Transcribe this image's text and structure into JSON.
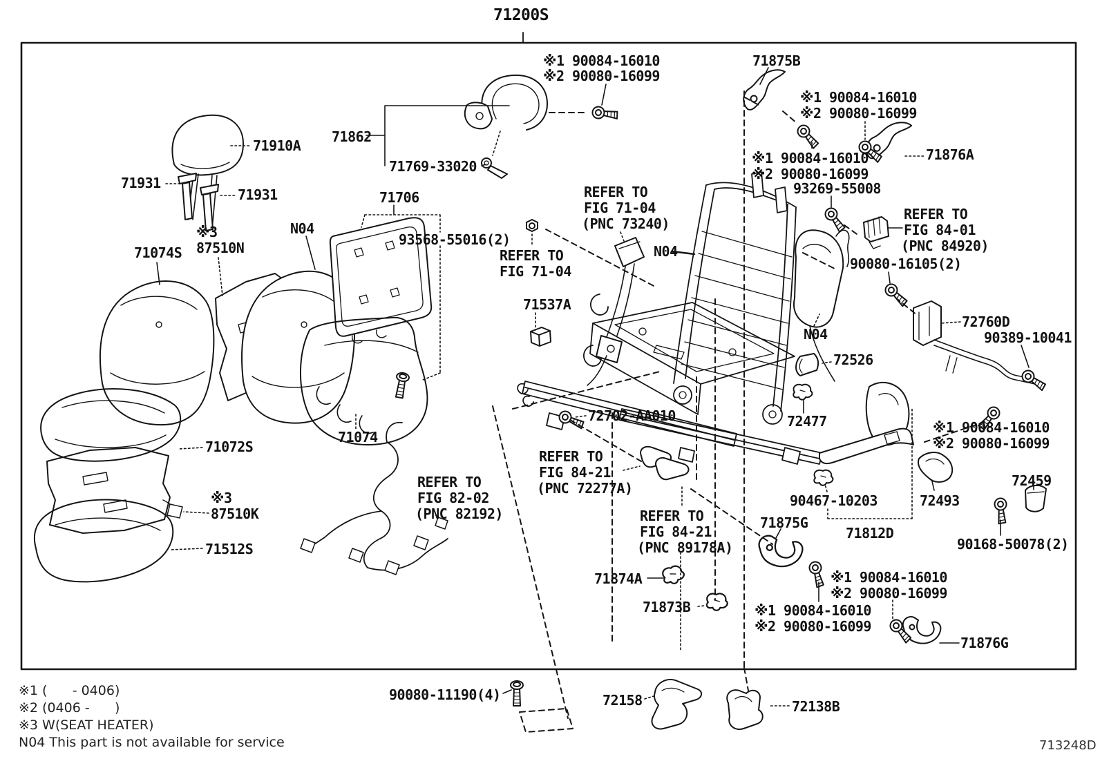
{
  "diagram": {
    "assembly_number": "71200S",
    "drawing_number": "713248D",
    "labels": [
      {
        "id": "screw-note-top-1",
        "text": "※1 90084-16010"
      },
      {
        "id": "screw-note-top-2",
        "text": "※2 90080-16099"
      },
      {
        "id": "part-71875B",
        "text": "71875B"
      },
      {
        "id": "screw-note-r1a",
        "text": "※1 90084-16010"
      },
      {
        "id": "screw-note-r1b",
        "text": "※2 90080-16099"
      },
      {
        "id": "part-71876A",
        "text": "71876A"
      },
      {
        "id": "screw-note-r2a",
        "text": "※1 90084-16010"
      },
      {
        "id": "screw-note-r2b",
        "text": "※2 90080-16099"
      },
      {
        "id": "part-93269-55008",
        "text": "93269-55008"
      },
      {
        "id": "ref-8401-1",
        "text": "REFER TO"
      },
      {
        "id": "ref-8401-2",
        "text": "FIG 84-01"
      },
      {
        "id": "ref-8401-3",
        "text": "(PNC 84920)"
      },
      {
        "id": "part-71862",
        "text": "71862"
      },
      {
        "id": "part-71769-33020",
        "text": "71769-33020"
      },
      {
        "id": "part-71910A",
        "text": "71910A"
      },
      {
        "id": "part-71931-left",
        "text": "71931"
      },
      {
        "id": "part-71931-right",
        "text": "71931"
      },
      {
        "id": "part-71706",
        "text": "71706"
      },
      {
        "id": "part-93568-55016",
        "text": "93568-55016(2)"
      },
      {
        "id": "part-N04-back-cover",
        "text": "N04"
      },
      {
        "id": "note3-back",
        "text": "※3"
      },
      {
        "id": "part-87510N",
        "text": "87510N"
      },
      {
        "id": "part-71074S",
        "text": "71074S"
      },
      {
        "id": "ref-7104a-1",
        "text": "REFER TO"
      },
      {
        "id": "ref-7104a-2",
        "text": "FIG 71-04"
      },
      {
        "id": "ref-7104b-1",
        "text": "REFER TO"
      },
      {
        "id": "ref-7104b-2",
        "text": "FIG 71-04"
      },
      {
        "id": "ref-7104b-3",
        "text": "(PNC 73240)"
      },
      {
        "id": "part-N04-frame",
        "text": "N04"
      },
      {
        "id": "part-71537A",
        "text": "71537A"
      },
      {
        "id": "part-90080-16105",
        "text": "90080-16105(2)"
      },
      {
        "id": "part-72760D",
        "text": "72760D"
      },
      {
        "id": "part-90389-10041",
        "text": "90389-10041"
      },
      {
        "id": "part-72526",
        "text": "72526"
      },
      {
        "id": "part-N04-side-pad",
        "text": "N04"
      },
      {
        "id": "part-72477",
        "text": "72477"
      },
      {
        "id": "screw-note-r3a",
        "text": "※1 90084-16010"
      },
      {
        "id": "screw-note-r3b",
        "text": "※2 90080-16099"
      },
      {
        "id": "part-72702-AA010",
        "text": "72702-AA010"
      },
      {
        "id": "ref-8421a-1",
        "text": "REFER TO"
      },
      {
        "id": "ref-8421a-2",
        "text": "FIG 84-21"
      },
      {
        "id": "ref-8421a-3",
        "text": "(PNC 72277A)"
      },
      {
        "id": "ref-8421b-1",
        "text": "REFER TO"
      },
      {
        "id": "ref-8421b-2",
        "text": "FIG 84-21"
      },
      {
        "id": "ref-8421b-3",
        "text": "(PNC 89178A)"
      },
      {
        "id": "part-90467-10203",
        "text": "90467-10203"
      },
      {
        "id": "part-71875G",
        "text": "71875G"
      },
      {
        "id": "part-71812D",
        "text": "71812D"
      },
      {
        "id": "part-72493",
        "text": "72493"
      },
      {
        "id": "part-72459",
        "text": "72459"
      },
      {
        "id": "part-90168-50078",
        "text": "90168-50078(2)"
      },
      {
        "id": "part-71874A",
        "text": "71874A"
      },
      {
        "id": "part-71873B",
        "text": "71873B"
      },
      {
        "id": "screw-note-b1a",
        "text": "※1 90084-16010"
      },
      {
        "id": "screw-note-b1b",
        "text": "※2 90080-16099"
      },
      {
        "id": "screw-note-b2a",
        "text": "※1 90084-16010"
      },
      {
        "id": "screw-note-b2b",
        "text": "※2 90080-16099"
      },
      {
        "id": "part-71876G",
        "text": "71876G"
      },
      {
        "id": "part-71072S",
        "text": "71072S"
      },
      {
        "id": "note3-cushion",
        "text": "※3"
      },
      {
        "id": "part-87510K",
        "text": "87510K"
      },
      {
        "id": "part-71512S",
        "text": "71512S"
      },
      {
        "id": "part-71074",
        "text": "71074"
      },
      {
        "id": "ref-8202-1",
        "text": "REFER TO"
      },
      {
        "id": "ref-8202-2",
        "text": "FIG 82-02"
      },
      {
        "id": "ref-8202-3",
        "text": "(PNC 82192)"
      },
      {
        "id": "part-90080-11190",
        "text": "90080-11190(4)"
      },
      {
        "id": "part-72158",
        "text": "72158"
      },
      {
        "id": "part-72138B",
        "text": "72138B"
      }
    ],
    "legend": [
      "※1 (      - 0406)",
      "※2 (0406 -      )",
      "※3 W(SEAT HEATER)",
      "N04 This part is not available for service"
    ]
  }
}
